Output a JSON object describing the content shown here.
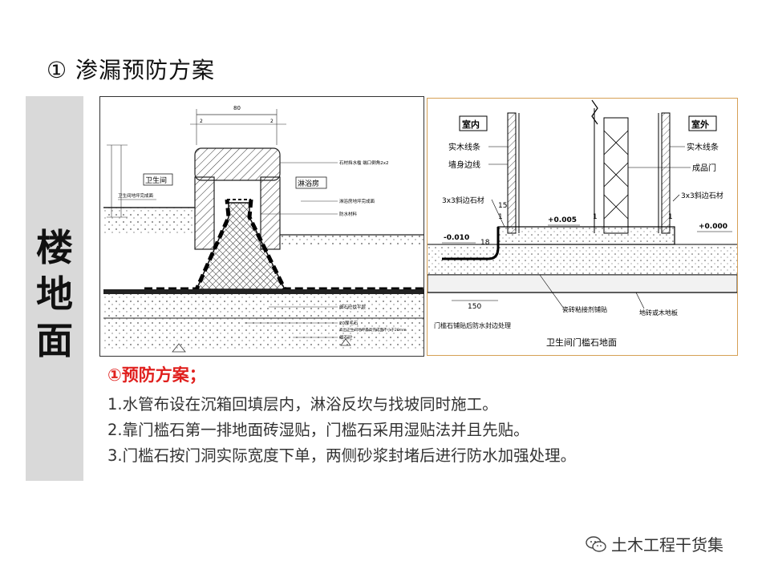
{
  "slide": {
    "title": "① 渗漏预防方案",
    "sidebar_label": "楼地面"
  },
  "drawing_left": {
    "width_dim": "80",
    "small_dims": [
      "2",
      "2"
    ],
    "left_room": "卫生间",
    "right_room": "淋浴房",
    "notes": {
      "stone": "石材挡水槛 端口倒角2x2",
      "shower_floor": "淋浴房地坪完成面",
      "waterproof": "防水材料",
      "toilet_floor": "卫生间地坪完成面",
      "screed": "细石砼找平层",
      "stone_20": "20厚毛石",
      "stone_20b": "高出卫生间地坪最高完成面不小于20mm",
      "concrete": "细石砼"
    }
  },
  "drawing_right": {
    "indoor": "室内",
    "outdoor": "室外",
    "labels": {
      "wood_line_left": "实木线条",
      "wall_edge": "墙身边线",
      "bevel_left": "3x3斜边石材",
      "wood_line_right": "实木线条",
      "door": "成品门",
      "bevel_right": "3x3斜边石材",
      "tile_glue": "瓷砖粘接剂铺贴",
      "floor_tile": "地砖或木地板",
      "threshold_note": "门槛石铺贴后防水封边处理"
    },
    "dims": {
      "d15": "15",
      "d1a": "1",
      "d1b": "1",
      "d1c": "1",
      "d18": "18",
      "d150": "150"
    },
    "elev": {
      "plus005": "+0.005",
      "minus010": "-0.010",
      "zero": "+0.000"
    },
    "caption": "卫生间门槛石地面"
  },
  "plan": {
    "heading": "①预防方案；",
    "items": [
      "1.水管布设在沉箱回填层内，淋浴反坎与找坡同时施工。",
      "2.靠门槛石第一排地面砖湿贴，门槛石采用湿贴法并且先贴。",
      "3.门槛石按门洞实际宽度下单，两侧砂浆封堵后进行防水加强处理。"
    ]
  },
  "watermark": {
    "text": "土木工程干货集",
    "icon": "wechat-icon"
  }
}
